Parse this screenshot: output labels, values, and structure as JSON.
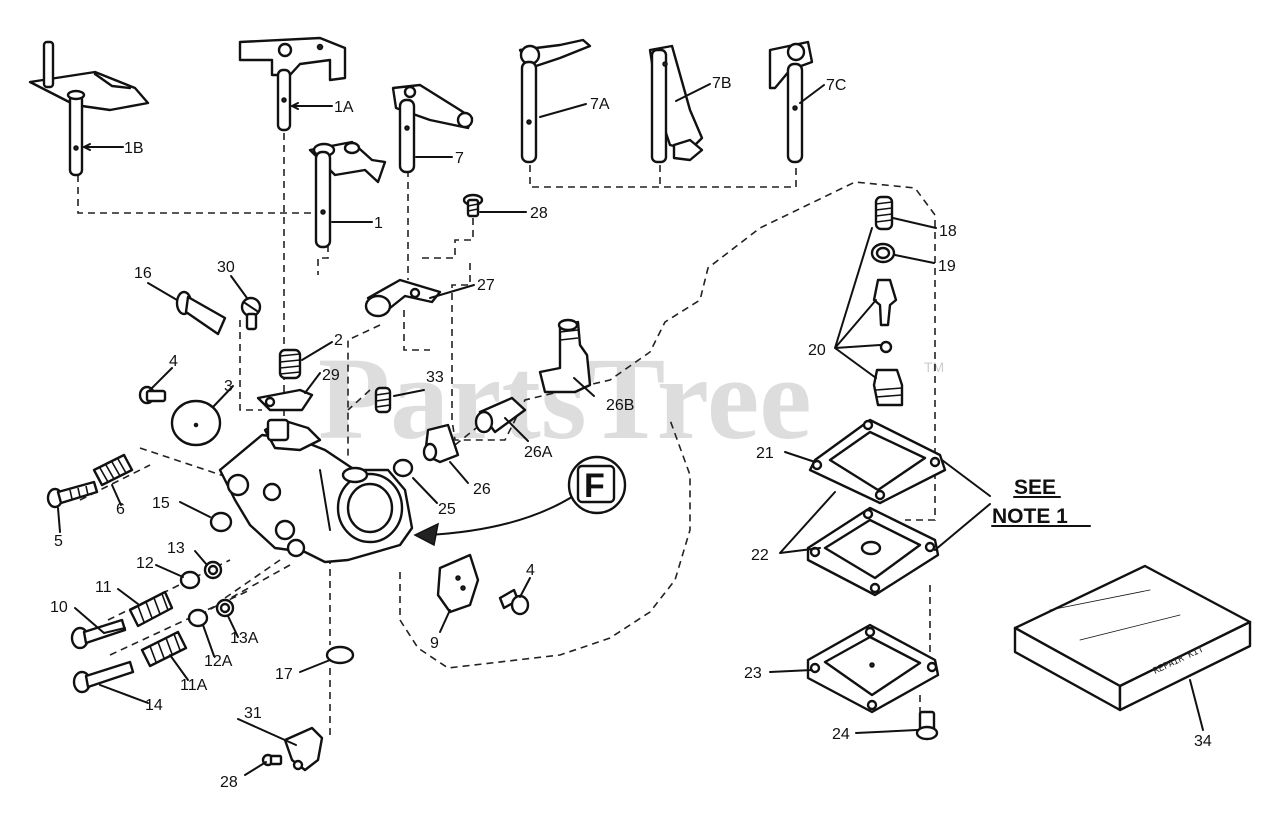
{
  "watermark": {
    "text": "PartsTree",
    "trademark": "TM"
  },
  "note": {
    "line1": "SEE",
    "line2": "NOTE 1"
  },
  "detail_marker": "F",
  "kit_text": "REPAIR KIT",
  "labels": {
    "l1B": "1B",
    "l1A": "1A",
    "l1": "1",
    "l7": "7",
    "l7A": "7A",
    "l7B": "7B",
    "l7C": "7C",
    "l28a": "28",
    "l18": "18",
    "l19": "19",
    "l20": "20",
    "l16": "16",
    "l30": "30",
    "l27": "27",
    "l2": "2",
    "l29": "29",
    "l4a": "4",
    "l3": "3",
    "l33": "33",
    "l26B": "26B",
    "l26A": "26A",
    "l6": "6",
    "l5": "5",
    "l15": "15",
    "l25": "25",
    "l26": "26",
    "l21": "21",
    "l22": "22",
    "l13": "13",
    "l12": "12",
    "l11": "11",
    "l10": "10",
    "l13A": "13A",
    "l12A": "12A",
    "l11A": "11A",
    "l14": "14",
    "l17": "17",
    "l9": "9",
    "l4b": "4",
    "l23": "23",
    "l24": "24",
    "l31": "31",
    "l28b": "28",
    "l34": "34"
  }
}
